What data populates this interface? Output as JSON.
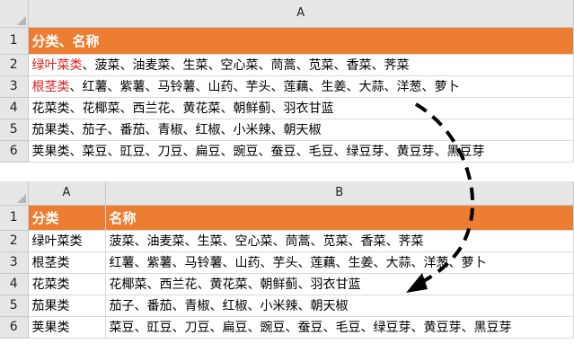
{
  "top_sheet": {
    "column_label": "A",
    "header": "分类、名称",
    "rows": [
      {
        "num": "1"
      },
      {
        "num": "2",
        "lead": "绿叶菜类",
        "rest": "、菠菜、油麦菜、生菜、空心菜、茼蒿、苋菜、香菜、荠菜",
        "lead_color": "#e02020"
      },
      {
        "num": "3",
        "lead": "根茎类",
        "rest": "、红薯、紫薯、马铃薯、山药、芋头、莲藕、生姜、大蒜、洋葱、萝卜",
        "lead_color": "#e02020"
      },
      {
        "num": "4",
        "lead": "",
        "rest": "花菜类、花椰菜、西兰花、黄花菜、朝鲜蓟、羽衣甘蓝"
      },
      {
        "num": "5",
        "lead": "",
        "rest": "茄果类、茄子、番茄、青椒、红椒、小米辣、朝天椒"
      },
      {
        "num": "6",
        "lead": "",
        "rest": "荚果类、菜豆、豇豆、刀豆、扁豆、豌豆、蚕豆、毛豆、绿豆芽、黄豆芽、黑豆芽"
      }
    ]
  },
  "bottom_sheet": {
    "column_labels": [
      "A",
      "B"
    ],
    "headers": [
      "分类",
      "名称"
    ],
    "rows": [
      {
        "num": "1"
      },
      {
        "num": "2",
        "category": "绿叶菜类",
        "names": "菠菜、油麦菜、生菜、空心菜、茼蒿、苋菜、香菜、荠菜"
      },
      {
        "num": "3",
        "category": "根茎类",
        "names": "红薯、紫薯、马铃薯、山药、芋头、莲藕、生姜、大蒜、洋葱、萝卜"
      },
      {
        "num": "4",
        "category": "花菜类",
        "names": "花椰菜、西兰花、黄花菜、朝鲜蓟、羽衣甘蓝"
      },
      {
        "num": "5",
        "category": "茄果类",
        "names": "茄子、番茄、青椒、红椒、小米辣、朝天椒"
      },
      {
        "num": "6",
        "category": "荚果类",
        "names": "菜豆、豇豆、刀豆、扁豆、豌豆、蚕豆、毛豆、绿豆芽、黄豆芽、黑豆芽"
      }
    ]
  },
  "colors": {
    "header_fill": "#ed7d31",
    "header_text": "#ffffff",
    "highlight_text": "#e02020",
    "arrow": "#000000"
  },
  "icons": {
    "arrow": "dashed-curved-arrow-icon"
  }
}
